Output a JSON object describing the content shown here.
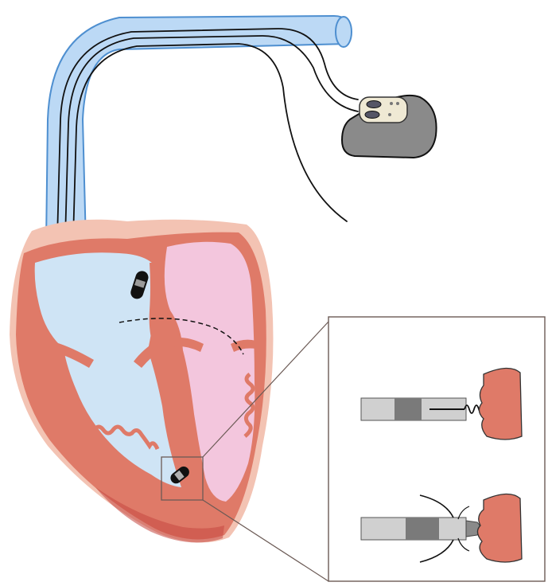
{
  "figure": {
    "subject": "pacemaker-leads-in-heart",
    "panels": [
      "heart-cross-section",
      "pulse-generator",
      "lead-tip-detail"
    ],
    "lead_tips": [
      "active-fixation-screw",
      "passive-fixation-tines"
    ]
  },
  "colors": {
    "background": "#ffffff",
    "vein": "#bcd9f5",
    "vein_stroke": "#4e8fd0",
    "myocardium": "#df7a68",
    "myocardium_dark": "#c8574a",
    "pericardium": "#f3c3b3",
    "right_chambers": "#cfe4f5",
    "left_chambers": "#f3c6dd",
    "generator": "#8a8a8a",
    "generator_header": "#efe9d4",
    "lead": "#111111",
    "lead_body": "#c8c8c8",
    "lead_band": "#7a7a7a",
    "inset_border": "#6b5a55"
  }
}
